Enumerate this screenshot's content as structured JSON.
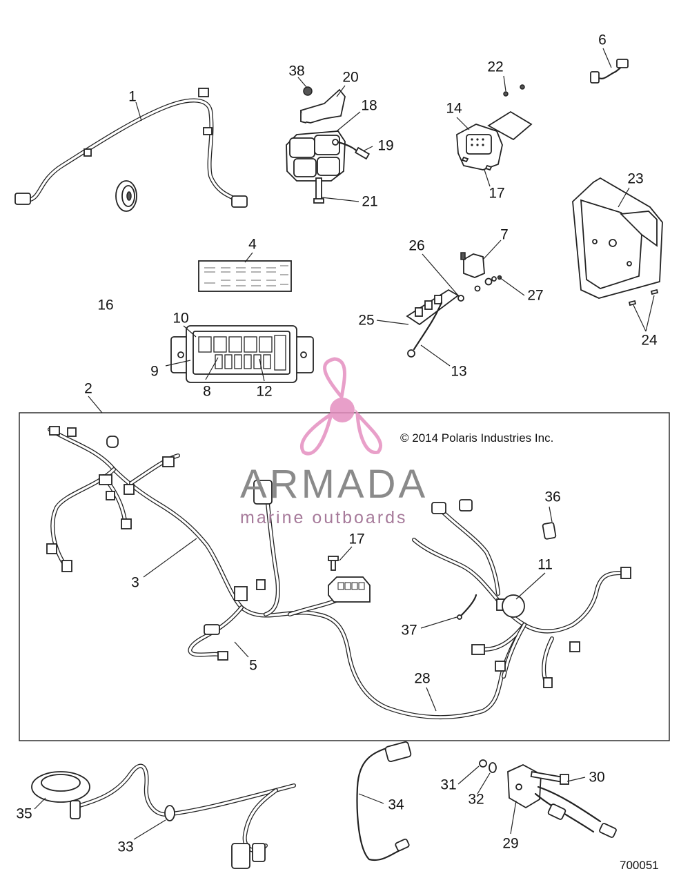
{
  "callouts": [
    "1",
    "2",
    "3",
    "4",
    "5",
    "6",
    "7",
    "8",
    "9",
    "10",
    "11",
    "12",
    "13",
    "14",
    "16",
    "17",
    "17",
    "18",
    "19",
    "20",
    "21",
    "22",
    "23",
    "24",
    "25",
    "26",
    "27",
    "28",
    "29",
    "30",
    "31",
    "32",
    "33",
    "34",
    "35",
    "36",
    "37",
    "38"
  ],
  "copyright": "© 2014 Polaris Industries Inc.",
  "drawing_number": "700051",
  "watermark": {
    "title": "ARMADA",
    "subtitle": "marine outboards",
    "color": "#e58fc0"
  }
}
